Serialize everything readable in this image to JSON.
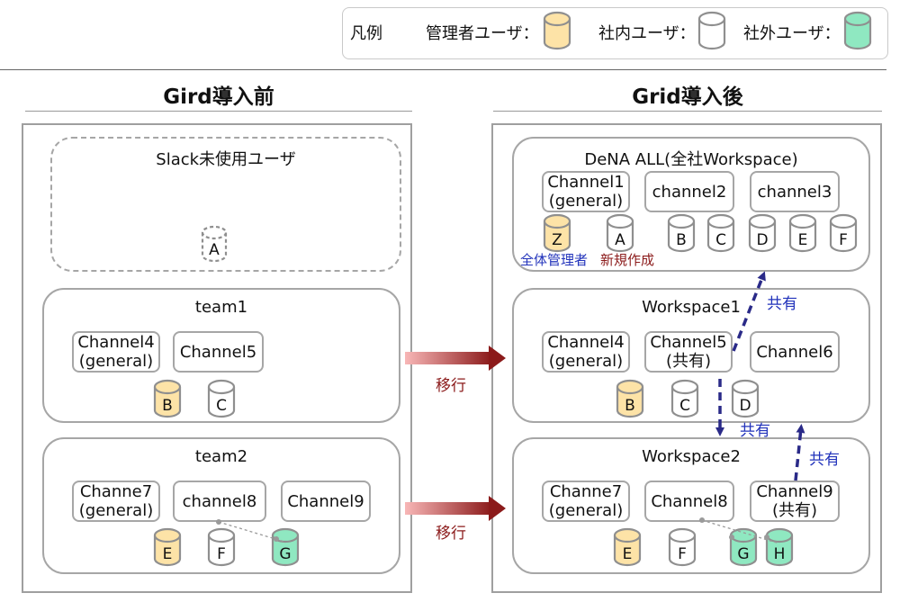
{
  "legend": {
    "title": "凡例",
    "admin_label": "管理者ユーザ：",
    "internal_label": "社内ユーザ：",
    "external_label": "社外ユーザ：",
    "colors": {
      "admin": "#fde3a7",
      "internal": "#ffffff",
      "external": "#8fe8c1"
    }
  },
  "before": {
    "heading": "Gird導入前",
    "unused": {
      "title": "Slack未使用ユーザ",
      "users": [
        "A"
      ]
    },
    "team1": {
      "title": "team1",
      "channels": [
        "Channel4\n(general)",
        "Channel5"
      ],
      "users": [
        "B",
        "C"
      ]
    },
    "team2": {
      "title": "team2",
      "channels": [
        "Channe7\n(general)",
        "channel8",
        "Channel9"
      ],
      "users": [
        "E",
        "F",
        "G"
      ]
    }
  },
  "after": {
    "heading": "Grid導入後",
    "org": {
      "title": "DeNA ALL(全社Workspace)",
      "channels": [
        "Channel1\n(general)",
        "channel2",
        "channel3"
      ],
      "users": [
        "Z",
        "A",
        "B",
        "C",
        "D",
        "E",
        "F"
      ],
      "caption_admin": "全体管理者",
      "caption_new": "新規作成"
    },
    "ws1": {
      "title": "Workspace1",
      "channels": [
        "Channel4\n(general)",
        "Channel5\n(共有)",
        "Channel6"
      ],
      "users": [
        "B",
        "C",
        "D"
      ]
    },
    "ws2": {
      "title": "Workspace2",
      "channels": [
        "Channe7\n(general)",
        "Channel8",
        "Channel9\n(共有)"
      ],
      "users": [
        "E",
        "F",
        "G",
        "H"
      ]
    }
  },
  "arrows": {
    "migrate_1": "移行",
    "migrate_2": "移行"
  },
  "shares": {
    "share_1": "共有",
    "share_2": "共有",
    "share_3": "共有"
  }
}
